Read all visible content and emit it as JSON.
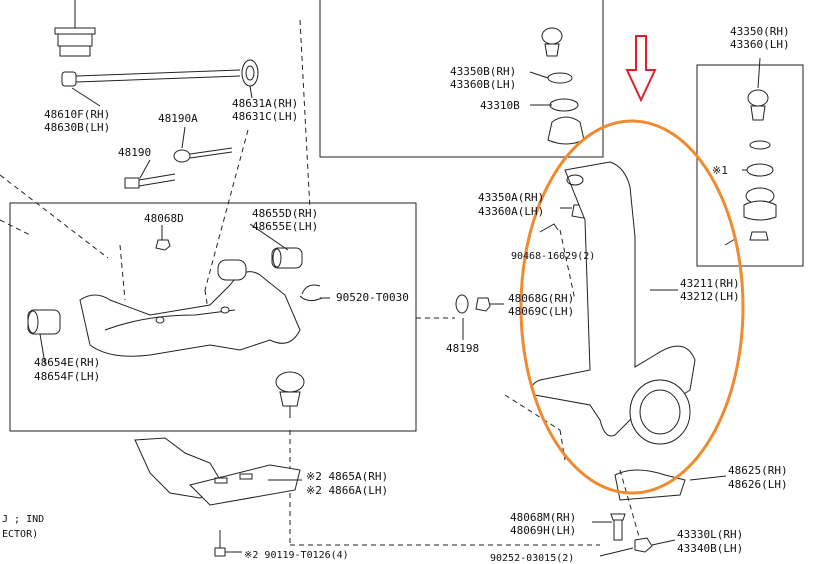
{
  "labels": {
    "l_48610F": "48610F(RH)",
    "l_48630B": "48630B(LH)",
    "l_48631A": "48631A(RH)",
    "l_48631C": "48631C(LH)",
    "l_48190A": "48190A",
    "l_48190": "48190",
    "l_48068D": "48068D",
    "l_48655D": "48655D(RH)",
    "l_48655E": "48655E(LH)",
    "l_90520": "90520-T0030",
    "l_48654E": "48654E(RH)",
    "l_48654F": "48654F(LH)",
    "l_48198": "48198",
    "l_48068G": "48068G(RH)",
    "l_48069C": "48069C(LH)",
    "l_43350B": "43350B(RH)",
    "l_43360B": "43360B(LH)",
    "l_43310B": "43310B",
    "l_43350A": "43350A(RH)",
    "l_43360A": "43360A(LH)",
    "l_90468": "90468-16029(2)",
    "l_43211": "43211(RH)",
    "l_43212": "43212(LH)",
    "l_43350": "43350(RH)",
    "l_43360": "43360(LH)",
    "l_star1": "※1",
    "l_24865A": "※2 4865A(RH)",
    "l_24866A": "※2 4866A(LH)",
    "l_48625": "48625(RH)",
    "l_48626": "48626(LH)",
    "l_48068M": "48068M(RH)",
    "l_48069H": "48069H(LH)",
    "l_43330L": "43330L(RH)",
    "l_43340B": "43340B(LH)",
    "l_90252": "90252-03015(2)",
    "l_290119": "※2 90119-T0126(4)",
    "l_ind": "J ; IND",
    "l_ector": "ECTOR)"
  },
  "colors": {
    "highlight": "#f08a2e",
    "arrow": "#e0202a",
    "line": "#222222"
  }
}
